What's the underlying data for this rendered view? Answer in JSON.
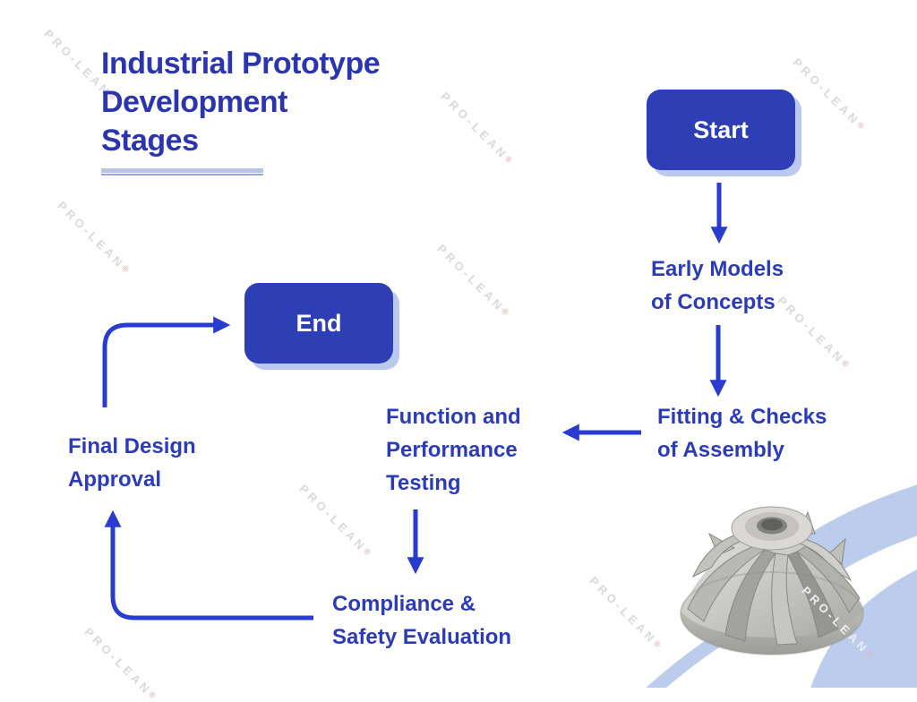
{
  "title": {
    "line1": "Industrial Prototype",
    "line2": "Development",
    "line3": "Stages"
  },
  "nodes": {
    "start": {
      "label": "Start"
    },
    "early": {
      "text": "Early Models\nof Concepts"
    },
    "fitting": {
      "text": "Fitting & Checks\nof Assembly"
    },
    "function": {
      "text": "Function and\nPerformance\nTesting"
    },
    "compliance": {
      "text": "Compliance &\nSafety Evaluation"
    },
    "final": {
      "text": "Final Design\nApproval"
    },
    "end": {
      "label": "End"
    }
  },
  "flow": [
    "Start",
    "Early Models of Concepts",
    "Fitting & Checks of Assembly",
    "Function and Performance Testing",
    "Compliance & Safety Evaluation",
    "Final Design Approval",
    "End"
  ],
  "watermark": {
    "text": "PRO-LEAN",
    "reg": "®"
  },
  "colors": {
    "title": "#2a35ae",
    "node_text": "#2c3cb8",
    "arrow": "#2a3bd0",
    "button_bg": "#2e3eb4",
    "button_text": "#ffffff",
    "button_shadow": "#bcc9ef",
    "underline": "#b9c5e2",
    "watermark": "#d9d9d9",
    "swoosh": "#b7c9ec"
  }
}
